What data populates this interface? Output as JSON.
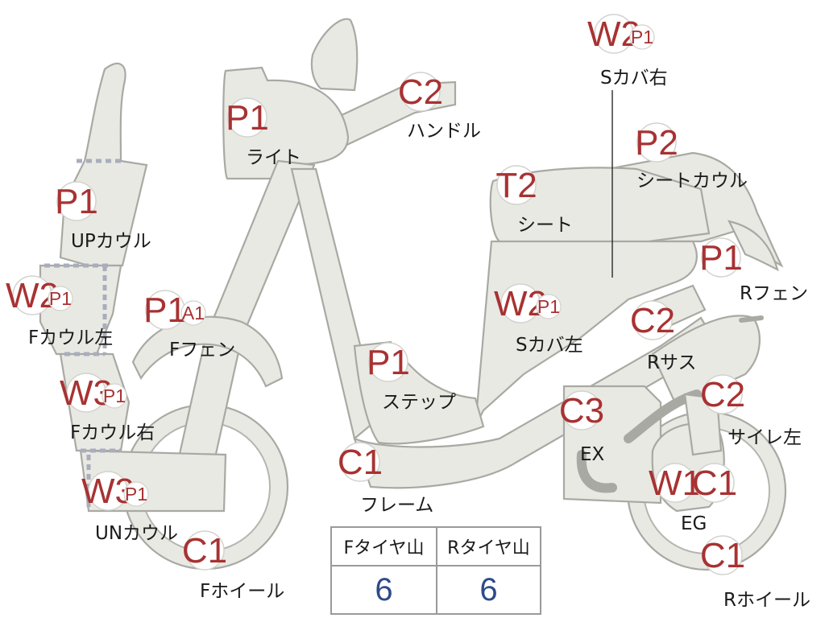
{
  "badges": [
    {
      "id": "sc-right",
      "grade": "W2",
      "sub": "P1",
      "label": "Sカバ右"
    },
    {
      "id": "handle",
      "grade": "C2",
      "sub": "",
      "label": "ハンドル"
    },
    {
      "id": "light",
      "grade": "P1",
      "sub": "",
      "label": "ライト"
    },
    {
      "id": "seat-cowl",
      "grade": "P2",
      "sub": "",
      "label": "シートカウル"
    },
    {
      "id": "seat",
      "grade": "T2",
      "sub": "",
      "label": "シート"
    },
    {
      "id": "up-cowl",
      "grade": "P1",
      "sub": "",
      "label": "UPカウル"
    },
    {
      "id": "r-fender",
      "grade": "P1",
      "sub": "",
      "label": "Rフェン"
    },
    {
      "id": "f-cowl-left",
      "grade": "W2",
      "sub": "P1",
      "label": "Fカウル左"
    },
    {
      "id": "f-fender",
      "grade": "P1",
      "sub": "A1",
      "label": "Fフェン"
    },
    {
      "id": "sc-left",
      "grade": "W2",
      "sub": "P1",
      "label": "Sカバ左"
    },
    {
      "id": "r-sus",
      "grade": "C2",
      "sub": "",
      "label": "Rサス"
    },
    {
      "id": "step",
      "grade": "P1",
      "sub": "",
      "label": "ステップ"
    },
    {
      "id": "f-cowl-right",
      "grade": "W3",
      "sub": "P1",
      "label": "Fカウル右"
    },
    {
      "id": "muffler-left",
      "grade": "C2",
      "sub": "",
      "label": "サイレ左"
    },
    {
      "id": "ex",
      "grade": "C3",
      "sub": "",
      "label": "EX"
    },
    {
      "id": "frame",
      "grade": "C1",
      "sub": "",
      "label": "フレーム"
    },
    {
      "id": "un-cowl",
      "grade": "W3",
      "sub": "P1",
      "label": "UNカウル"
    },
    {
      "id": "eg",
      "grade": "W1",
      "sub": "",
      "label": "EG"
    },
    {
      "id": "eg-c",
      "grade": "C1",
      "sub": "",
      "label": ""
    },
    {
      "id": "f-wheel",
      "grade": "C1",
      "sub": "",
      "label": "Fホイール"
    },
    {
      "id": "r-wheel",
      "grade": "C1",
      "sub": "",
      "label": "Rホイール"
    }
  ],
  "tire_table": {
    "headers": [
      "Fタイヤ山",
      "Rタイヤ山"
    ],
    "values": [
      "6",
      "6"
    ]
  },
  "colors": {
    "part_fill": "#e9e9e4",
    "part_stroke": "#a9a9a4",
    "grade_text": "#a83232",
    "tire_value": "#2f4a8a"
  }
}
